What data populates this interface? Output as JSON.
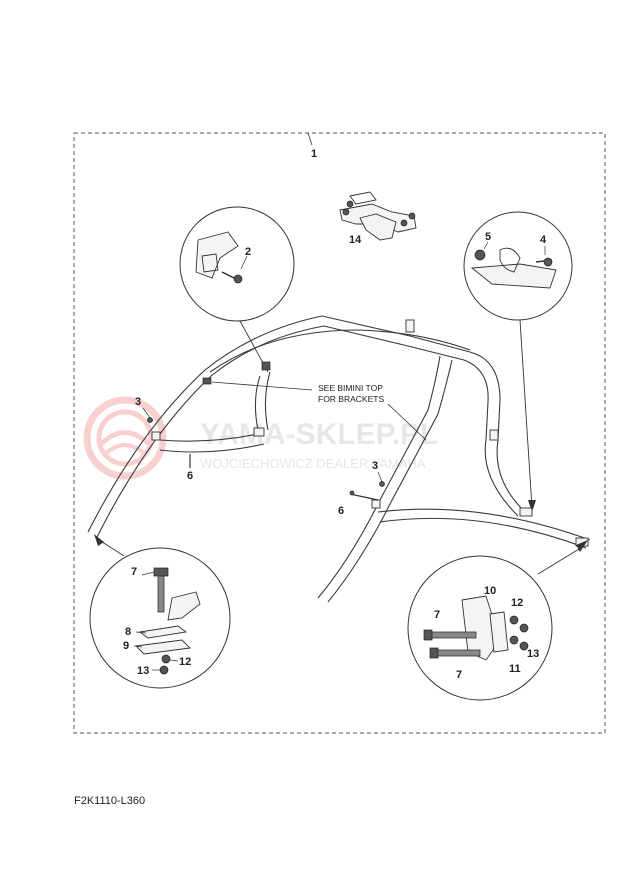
{
  "watermark": {
    "main": "YAMA-SKLEP.PL",
    "sub": "WOJCIECHOWICZ DEALER YAMAHA",
    "color": "#e03030"
  },
  "note": {
    "line1": "SEE BIMINI TOP",
    "line2": "FOR BRACKETS"
  },
  "callouts": {
    "c1": "1",
    "c2": "2",
    "c3a": "3",
    "c3b": "3",
    "c4": "4",
    "c5": "5",
    "c6a": "6",
    "c6b": "6",
    "c7a": "7",
    "c7b": "7",
    "c7c": "7",
    "c8": "8",
    "c9": "9",
    "c10": "10",
    "c11": "11",
    "c12a": "12",
    "c12b": "12",
    "c13a": "13",
    "c13b": "13",
    "c14": "14"
  },
  "figure_code": "F2K1110-L360"
}
